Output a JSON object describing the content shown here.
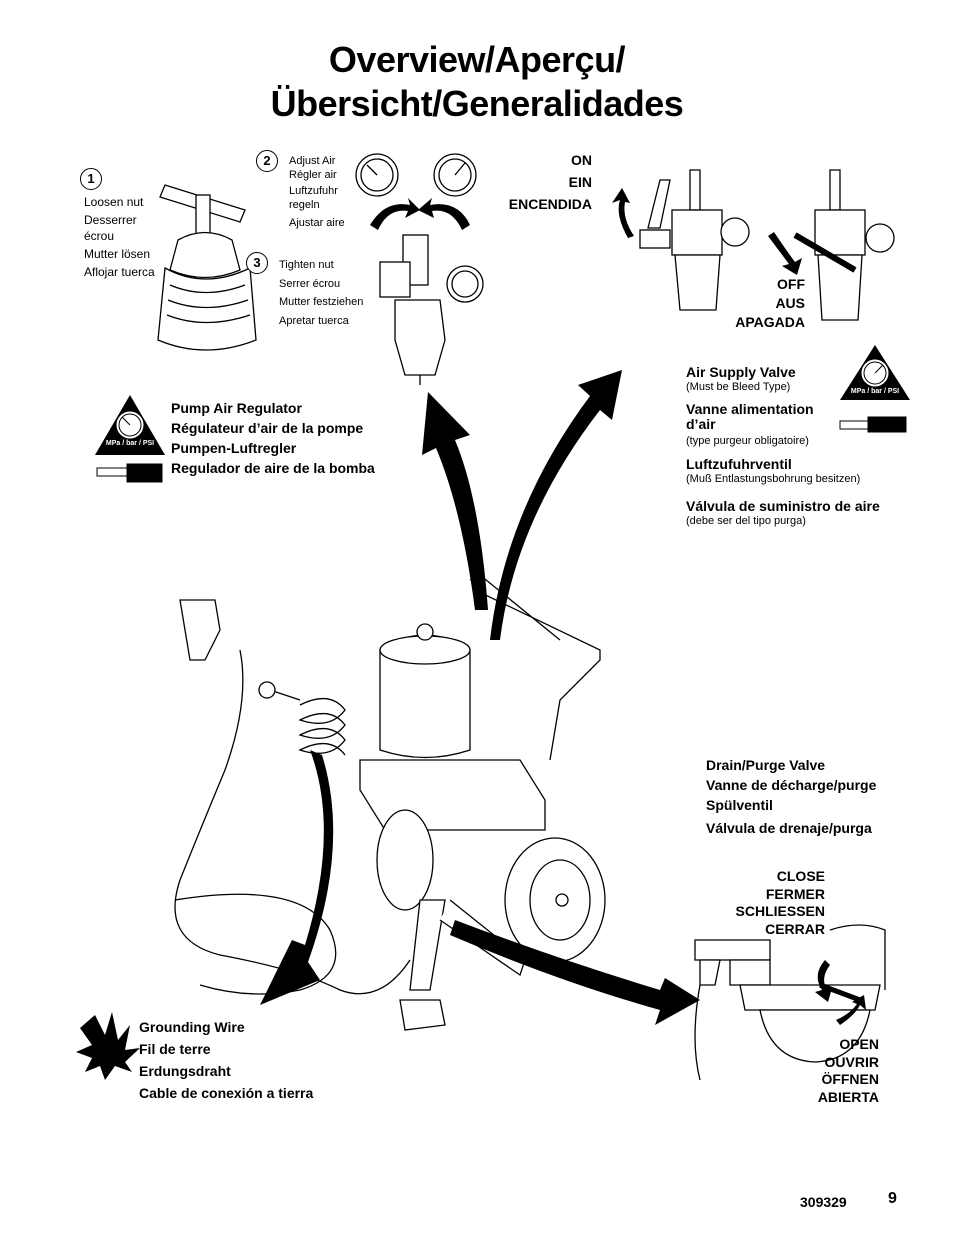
{
  "title": {
    "line1": "Overview/Aperçu/",
    "line2": "Übersicht/Generalidades"
  },
  "step1": {
    "number": "1",
    "lines": [
      "Loosen nut",
      "Desserrer écrou",
      "Mutter lösen",
      "Aflojar tuerca"
    ]
  },
  "step2": {
    "number": "2",
    "lines": [
      "Adjust Air",
      "Régler air",
      "Luftzufuhr regeln",
      "Ajustar aire"
    ]
  },
  "step3": {
    "number": "3",
    "lines": [
      "Tighten nut",
      "Serrer écrou",
      "Mutter festziehen",
      "Apretar tuerca"
    ]
  },
  "on_labels": [
    "ON",
    "EIN",
    "ENCENDIDA"
  ],
  "off_labels": [
    "OFF",
    "AUS",
    "APAGADA"
  ],
  "gauge_label": "MPa / bar / PSI",
  "pump_air_regulator": [
    "Pump Air Regulator",
    "Régulateur d’air de la pompe",
    "Pumpen-Luftregler",
    "Regulador de aire de la bomba"
  ],
  "air_supply_valve": {
    "en": "Air Supply Valve",
    "en_note": "(Must be Bleed Type)",
    "fr": "Vanne alimentation d’air",
    "fr_note": "(type purgeur obligatoire)",
    "de": "Luftzufuhrventil",
    "de_note": "(Muß Entlastungsbohrung besitzen)",
    "es": "Válvula de suministro de aire",
    "es_note": "(debe ser del tipo purga)"
  },
  "drain_valve": [
    "Drain/Purge Valve",
    "Vanne de décharge/purge",
    "Spülventil",
    "Válvula de drenaje/purga"
  ],
  "close_labels": [
    "CLOSE",
    "FERMER",
    "SCHLIESSEN",
    "CERRAR"
  ],
  "open_labels": [
    "OPEN",
    "OUVRIR",
    "ÖFFNEN",
    "ABIERTA"
  ],
  "grounding_wire": [
    "Grounding Wire",
    "Fil de terre",
    "Erdungsdraht",
    "Cable de conexión a tierra"
  ],
  "footer": {
    "doc_number": "309329",
    "page": "9"
  }
}
